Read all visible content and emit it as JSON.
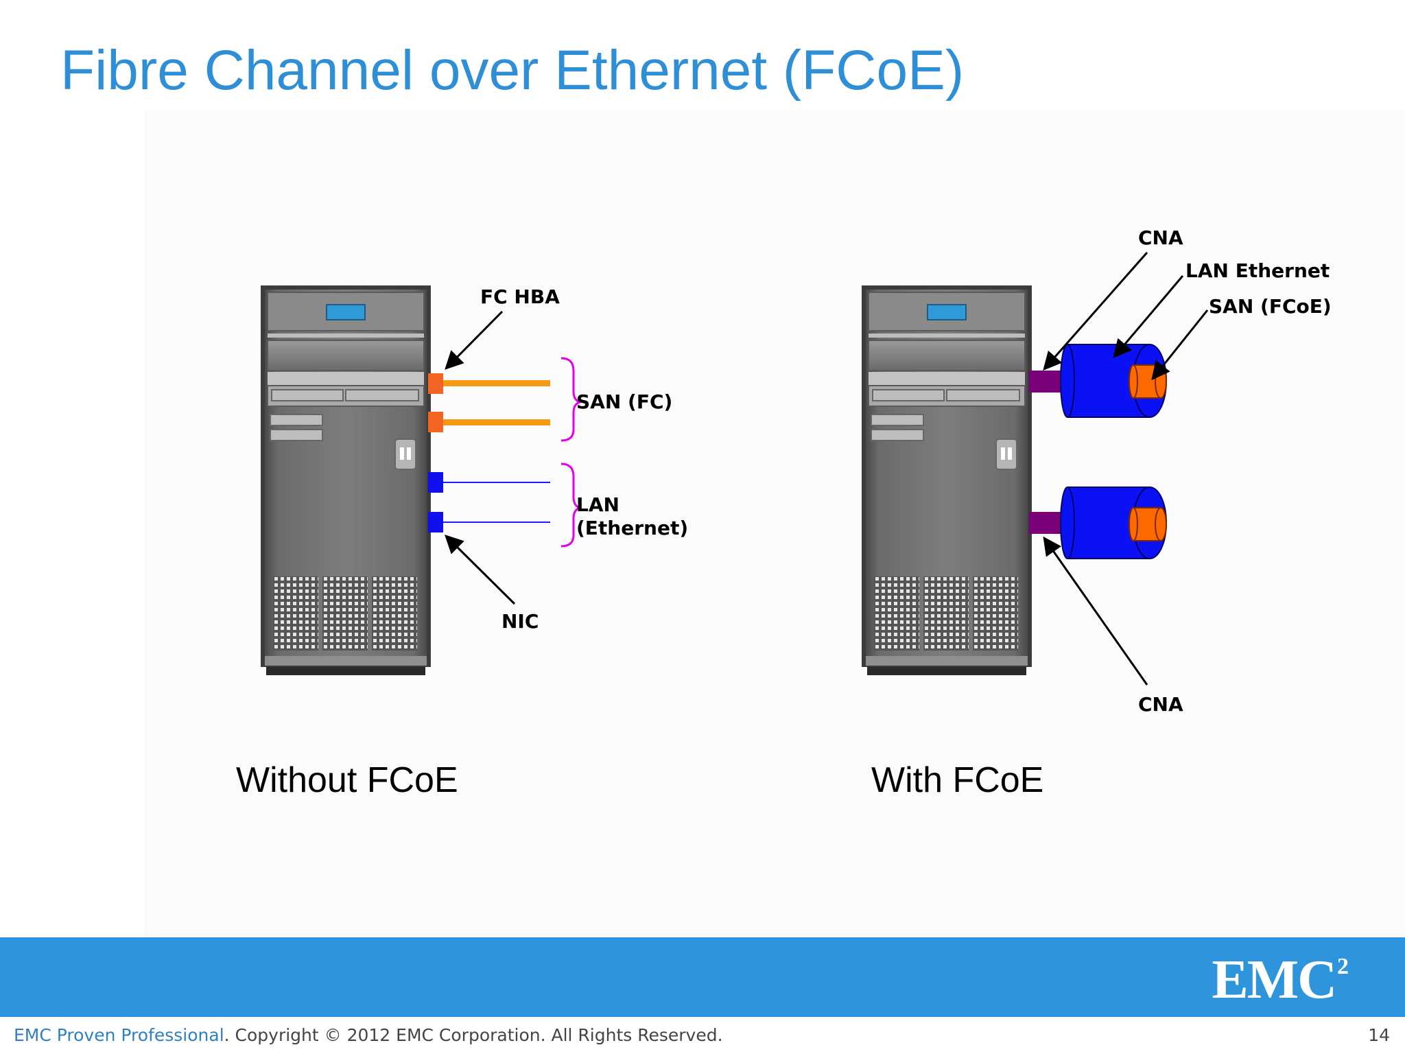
{
  "slide": {
    "title": "Fibre Channel over Ethernet (FCoE)",
    "page_number": "14"
  },
  "diagram": {
    "left_caption": "Without FCoE",
    "right_caption": "With FCoE",
    "left_labels": {
      "fc_hba": "FC HBA",
      "san_fc": "SAN (FC)",
      "lan_line1": "LAN",
      "lan_line2": "(Ethernet)",
      "nic": "NIC"
    },
    "right_labels": {
      "cna_top": "CNA",
      "lan_ethernet": "LAN Ethernet",
      "san_fcoe": "SAN (FCoE)",
      "cna_bottom": "CNA"
    },
    "colors": {
      "fc_cable": "#f59a12",
      "fc_port": "#f26522",
      "ethernet_cable": "#1a1aff",
      "brace": "#e600e6",
      "cna_link": "#7a007a",
      "fcoe_outer": "#0a12f5",
      "fcoe_inner": "#ff6a00"
    }
  },
  "footer": {
    "brand": "EMC Proven Professional",
    "copyright": ". Copyright © 2012 EMC Corporation. All Rights Reserved.",
    "logo_text": "EMC",
    "logo_sup": "2"
  }
}
